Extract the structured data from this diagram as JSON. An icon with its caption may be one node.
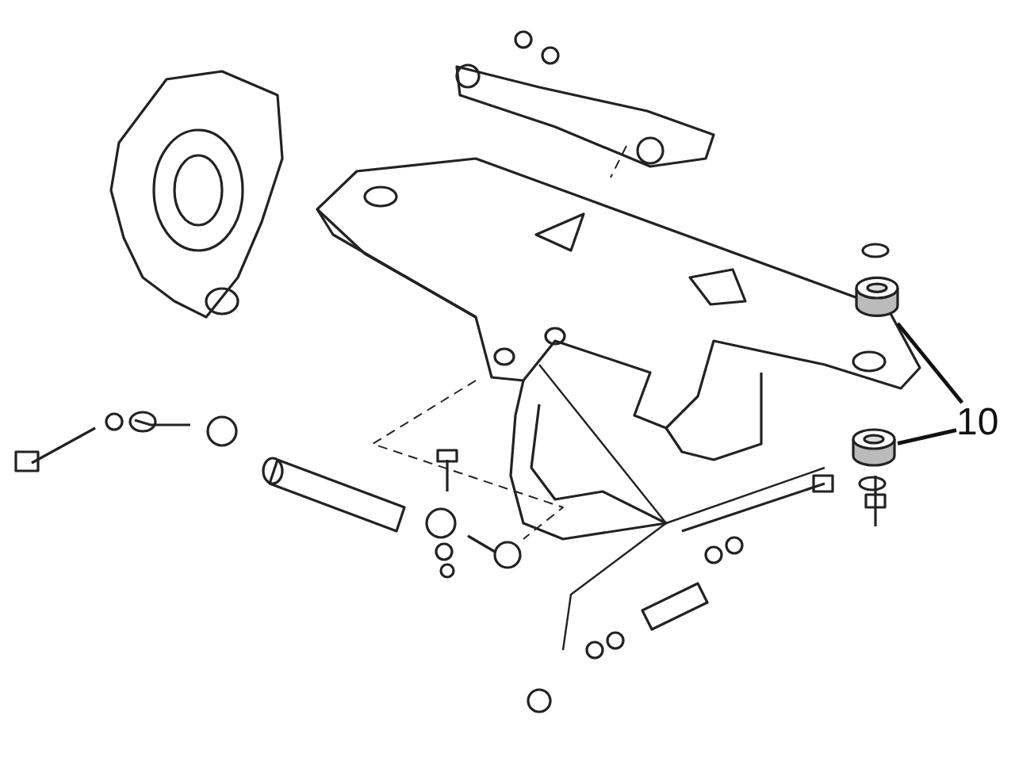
{
  "diagram": {
    "nodes": [
      {
        "text": [
          "10"
        ]
      },
      {
        "text": [],
        "shape": "cylinder"
      },
      {
        "text": [],
        "shape": "cylinder"
      }
    ],
    "edges": [
      {
        "from": 0,
        "to": 1,
        "arrow": "none"
      },
      {
        "from": 0,
        "to": 2,
        "arrow": "none"
      }
    ]
  }
}
